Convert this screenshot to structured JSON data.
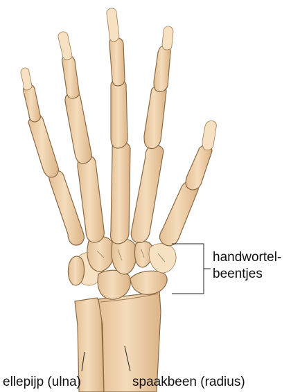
{
  "figure": {
    "labels": {
      "carpals_line1": "handwortel-",
      "carpals_line2": "beentjes",
      "ulna": "ellepijp (ulna)",
      "radius": "spaakbeen (radius)"
    },
    "colors": {
      "bone_fill": "#efd2ad",
      "bone_shade": "#e0b98c",
      "bone_outline": "#8a6a45",
      "background": "#ffffff",
      "text": "#111111"
    }
  }
}
